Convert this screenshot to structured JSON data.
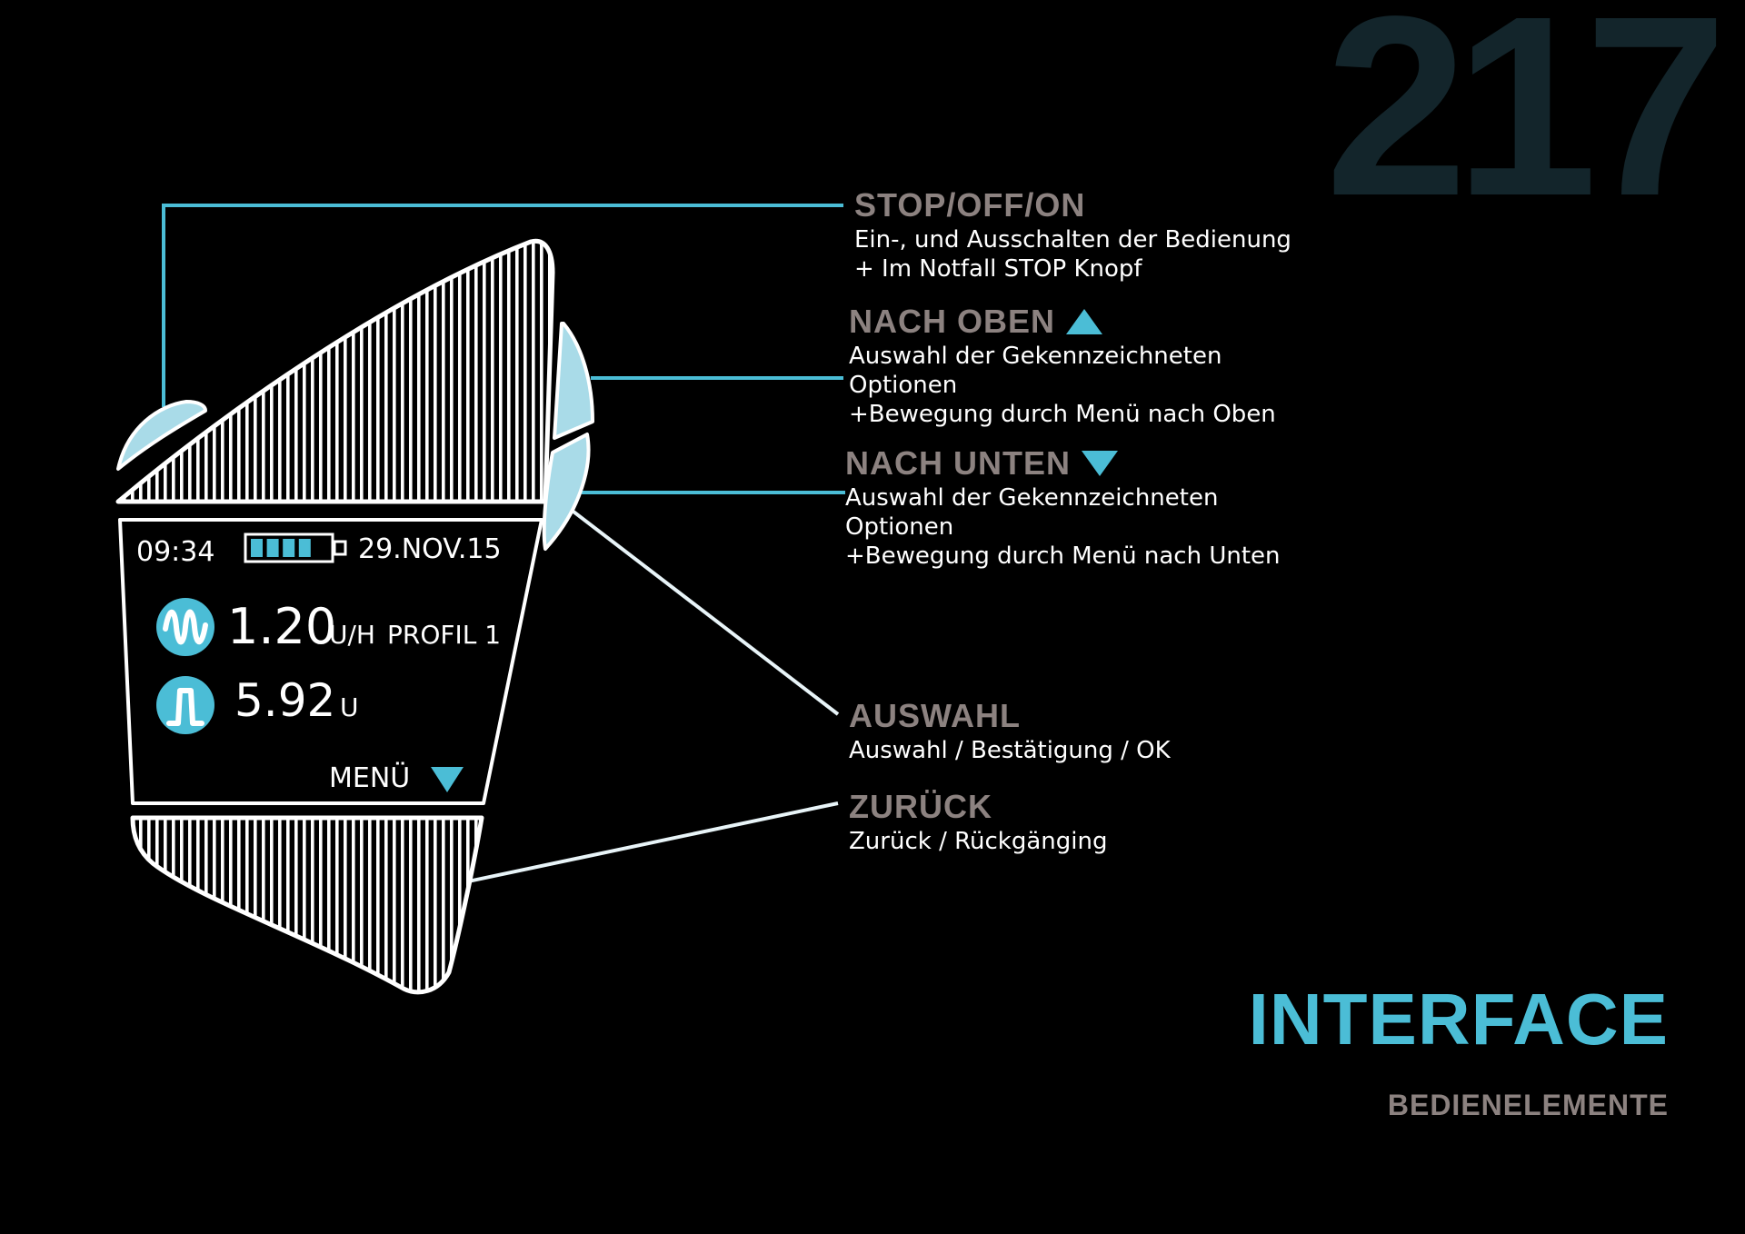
{
  "page_number": "217",
  "title": "INTERFACE",
  "subtitle": "BEDIENELEMENTE",
  "colors": {
    "accent": "#4bbdd6",
    "title_gray": "#8c8280",
    "page_number": "#13252b",
    "line_white": "#ffffff",
    "button_fill": "#a9dbe8"
  },
  "device": {
    "time": "09:34",
    "date": "29.NOV.15",
    "battery_level": 0.8,
    "rate_value": "1.20",
    "rate_unit": "U/H",
    "profile": "PROFIL 1",
    "bolus_value": "5.92",
    "bolus_unit": "U",
    "menu_label": "MENÜ",
    "rate_icon": "wave-icon",
    "bolus_icon": "pulse-icon"
  },
  "callouts": [
    {
      "title": "STOP/OFF/ON",
      "desc": "Ein-, und Ausschalten der Bedienung\n+ Im Notfall STOP Knopf",
      "arrow": ""
    },
    {
      "title": "NACH OBEN",
      "desc": "Auswahl der Gekennzeichneten\nOptionen\n+Bewegung durch Menü nach Oben",
      "arrow": "up"
    },
    {
      "title": "NACH UNTEN",
      "desc": "Auswahl der Gekennzeichneten\nOptionen\n+Bewegung durch Menü nach Unten",
      "arrow": "down"
    },
    {
      "title": "AUSWAHL",
      "desc": "Auswahl  / Bestätigung / OK",
      "arrow": ""
    },
    {
      "title": "ZURÜCK",
      "desc": "Zurück / Rückgänging",
      "arrow": ""
    }
  ]
}
